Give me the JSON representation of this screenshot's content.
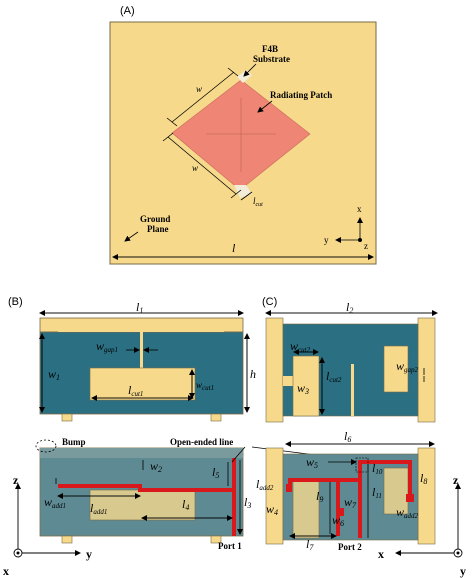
{
  "panels": {
    "a": "(A)",
    "b": "(B)",
    "c": "(C)"
  },
  "colors": {
    "substrate": "#f6d98b",
    "patch": "#ef8675",
    "cavity": "#2b6f82",
    "cavity_light": "#5e8b93",
    "line": "#d9181b",
    "border": "#7a6a45"
  },
  "panel_a": {
    "substrate_label_1": "F4B",
    "substrate_label_2": "Substrate",
    "patch_label": "Radiating Patch",
    "ground_label_1": "Ground",
    "ground_label_2": "Plane",
    "w1": "w",
    "w2": "w",
    "cut_base": "l",
    "cut_sub": "cut",
    "l": "l",
    "axis_x": "x",
    "axis_y": "y",
    "axis_z": "z"
  },
  "panel_b": {
    "l1_base": "l",
    "l1_sub": "1",
    "wgap1_base": "w",
    "wgap1_sub": "gap1",
    "w1_base": "w",
    "w1_sub": "1",
    "h": "h",
    "wcut1_base": "w",
    "wcut1_sub": "cut1",
    "lcut1_base": "l",
    "lcut1_sub": "cut1",
    "bump": "Bump",
    "w2_base": "w",
    "w2_sub": "2",
    "l5_base": "l",
    "l5_sub": "5",
    "wadd1_base": "w",
    "wadd1_sub": "add1",
    "ladd1_base": "l",
    "ladd1_sub": "add1",
    "l4_base": "l",
    "l4_sub": "4",
    "l3_base": "l",
    "l3_sub": "3",
    "port1": "Port 1",
    "axis_z": "z",
    "axis_y": "y",
    "axis_x": "x"
  },
  "panel_c": {
    "l2_base": "l",
    "l2_sub": "2",
    "wcut2_base": "w",
    "wcut2_sub": "cut2",
    "w3_base": "w",
    "w3_sub": "3",
    "lcut2_base": "l",
    "lcut2_sub": "cut2",
    "wgap2_base": "w",
    "wgap2_sub": "gap2",
    "open_line": "Open-ended line",
    "l6_base": "l",
    "l6_sub": "6",
    "w5_base": "w",
    "w5_sub": "5",
    "l10_base": "l",
    "l10_sub": "10",
    "l8_base": "l",
    "l8_sub": "8",
    "ladd2_base": "l",
    "ladd2_sub": "add2",
    "l9_base": "l",
    "l9_sub": "9",
    "l11_base": "l",
    "l11_sub": "11",
    "w4_base": "w",
    "w4_sub": "4",
    "w7_base": "w",
    "w7_sub": "7",
    "w6_base": "w",
    "w6_sub": "6",
    "wadd2_base": "w",
    "wadd2_sub": "add2",
    "l7_base": "l",
    "l7_sub": "7",
    "port2": "Port 2",
    "axis_z": "z",
    "axis_y": "y",
    "axis_x": "x"
  }
}
